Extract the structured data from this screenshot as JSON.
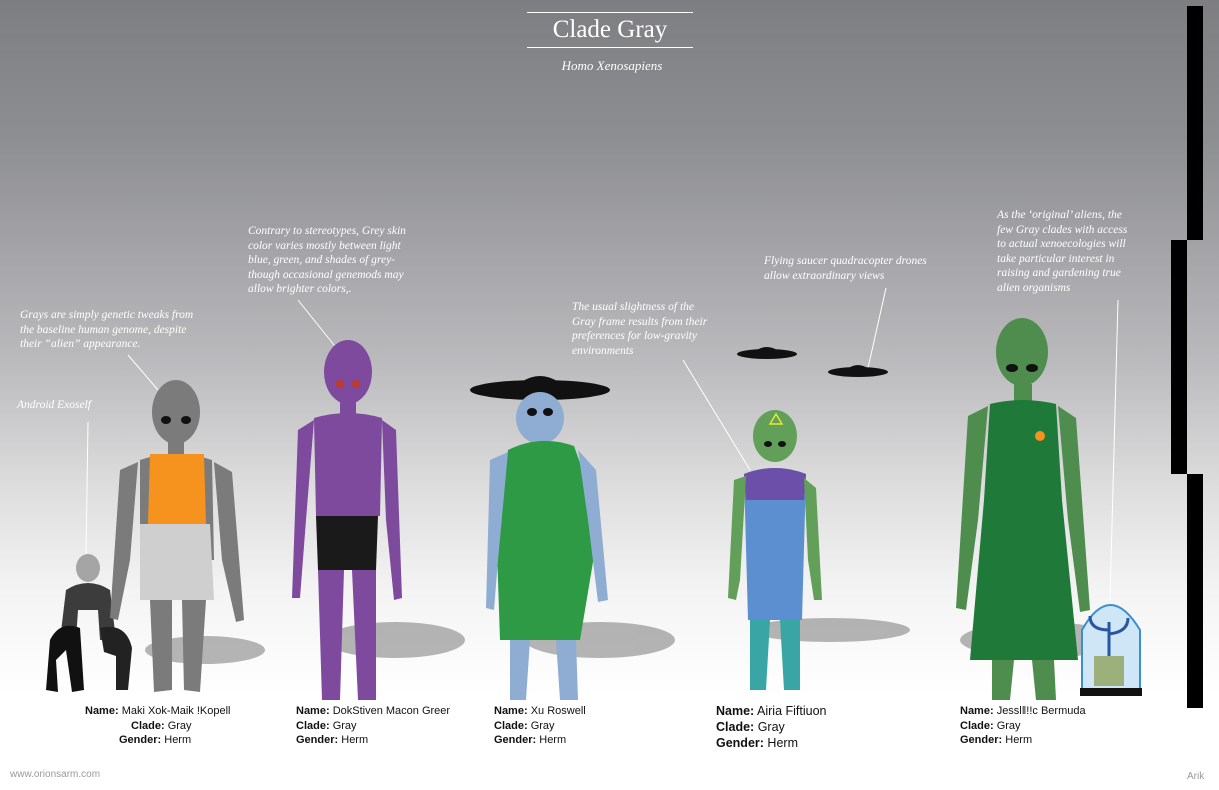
{
  "title": "Clade Gray",
  "subtitle": "Homo Xenosapiens",
  "notes": {
    "exoself": [
      "Android Exoself"
    ],
    "grays": [
      " Grays are simply genetic tweaks from",
      "the baseline human genome, despite",
      "their “alien” appearance."
    ],
    "skin": [
      "Contrary to stereotypes, Grey skin",
      "color varies mostly between light",
      "blue, green, and shades of grey-",
      "though occasional genemods may",
      "allow brighter colors,."
    ],
    "frame": [
      "The usual slightness of the",
      "Gray frame results from their",
      "preferences for low-gravity",
      "environments"
    ],
    "saucer": [
      "Flying saucer quadracopter drones",
      "allow extraordinary views"
    ],
    "original": [
      "As the ‘original’ aliens, the",
      "few Gray clades with access",
      "to actual xenoecologies will",
      "take particular interest in",
      "raising and gardening true",
      "alien organisms"
    ]
  },
  "field_labels": {
    "name": "Name:",
    "clade": "Clade:",
    "gender": "Gender:"
  },
  "characters": [
    {
      "name": "Maki  Xok-Maik !Kopell",
      "clade": "Gray",
      "gender": "Herm",
      "skin": "#7b7b7b",
      "garment": "#f6921e"
    },
    {
      "name": "DokStiven Macon Greer",
      "clade": "Gray",
      "gender": "Herm",
      "skin": "#7d4a9e",
      "garment": "#1a1a1a"
    },
    {
      "name": "Xu Roswell",
      "clade": "Gray",
      "gender": "Herm",
      "skin": "#8fadd3",
      "garment": "#2e9a46"
    },
    {
      "name": "Airia Fiftiuon",
      "clade": "Gray",
      "gender": "Herm",
      "skin": "#62a05a",
      "garment": "#5b8fcf"
    },
    {
      "name": "Jesslǁ!!c Bermuda",
      "clade": "Gray",
      "gender": "Herm",
      "skin": "#4f8d4f",
      "garment": "#1f7a3a"
    }
  ],
  "footer": {
    "site": "www.orionsarm.com",
    "artist": "Arik"
  }
}
